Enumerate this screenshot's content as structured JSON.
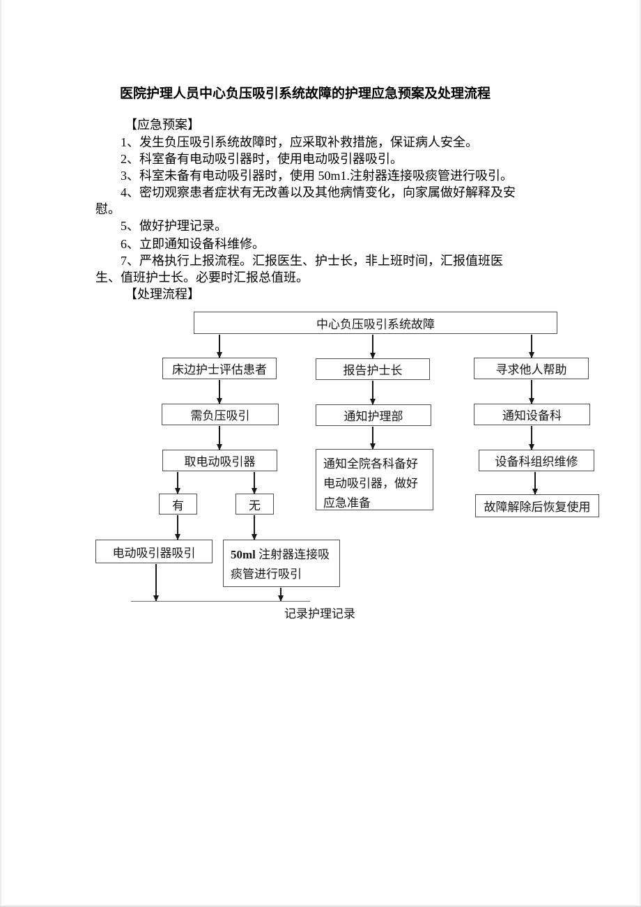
{
  "doc": {
    "title": "医院护理人员中心负压吸引系统故障的护理应急预案及处理流程",
    "plan_header": "【应急预案】",
    "flow_header": "【处理流程】",
    "lines": [
      "1、发生负压吸引系统故障时，应采取补救措施，保证病人安全。",
      "2、科室备有电动吸引器时，使用电动吸引器吸引。",
      "3、科室未备有电动吸引器时，使用 50m1.注射器连接吸痰管进行吸引。",
      "4、密切观察患者症状有无改善以及其他病情变化，向家属做好解释及安",
      "慰。",
      "5、做好护理记录。",
      "6、立即通知设备科维修。",
      "7、严格执行上报流程。汇报医生、护士长，非上班时间，汇报值班医",
      "生、值班护士长。必要时汇报总值班。"
    ]
  },
  "flow": {
    "root": "中心负压吸引系统故障",
    "left": {
      "assess": "床边护士评估患者",
      "need_suction": "需负压吸引",
      "get_device": "取电动吸引器",
      "has": "有",
      "none": "无",
      "electric_suction": "电动吸引器吸引",
      "syringe_bold": "50ml",
      "syringe_line1": " 注射器连接吸",
      "syringe_line2": "痰管进行吸引"
    },
    "middle": {
      "report_head_nurse": "报告护士长",
      "notify_nursing_dept": "通知护理部",
      "notify_all_line1": "通知全院各科备好",
      "notify_all_line2": "电动吸引器，做好",
      "notify_all_line3": "应急准备"
    },
    "right": {
      "seek_help": "寻求他人帮助",
      "notify_equipment_dept": "通知设备科",
      "equipment_repair": "设备科组织维修",
      "restore": "故障解除后恢复使用"
    },
    "record_label": "记录护理记录"
  },
  "colors": {
    "box_border": "#4d4d4d",
    "line": "#161616",
    "text": "#000000",
    "background": "#ffffff"
  }
}
